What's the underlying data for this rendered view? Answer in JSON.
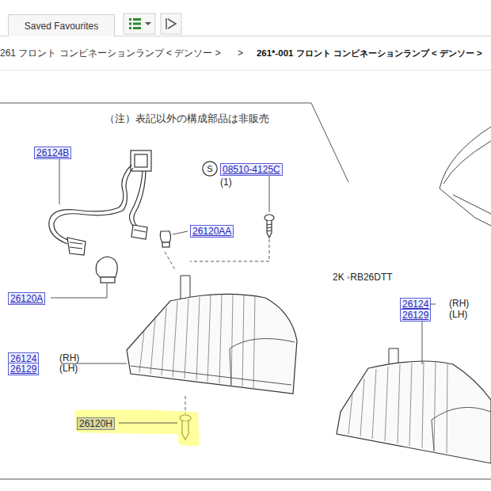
{
  "diagram": {
    "nodes": [
      {
        "text": [
          "Saved Favourites"
        ]
      },
      {
        "text": [
          "S"
        ]
      }
    ],
    "labels": [
      "261 フロント コンビネーションランプ < デンソー >",
      ">",
      "261*-001 フロント コンビネーションランプ < デンソー >",
      "（注）表記以外の構成部品は非販売",
      "26124B",
      "08510-4125C",
      "(1)",
      "26120AA",
      "26120A",
      "26124",
      "(RH)",
      "26129",
      "(LH)",
      "26120H",
      "2K ◦RB26DTT",
      "26124",
      "(RH)",
      "26129",
      "(LH)"
    ]
  }
}
